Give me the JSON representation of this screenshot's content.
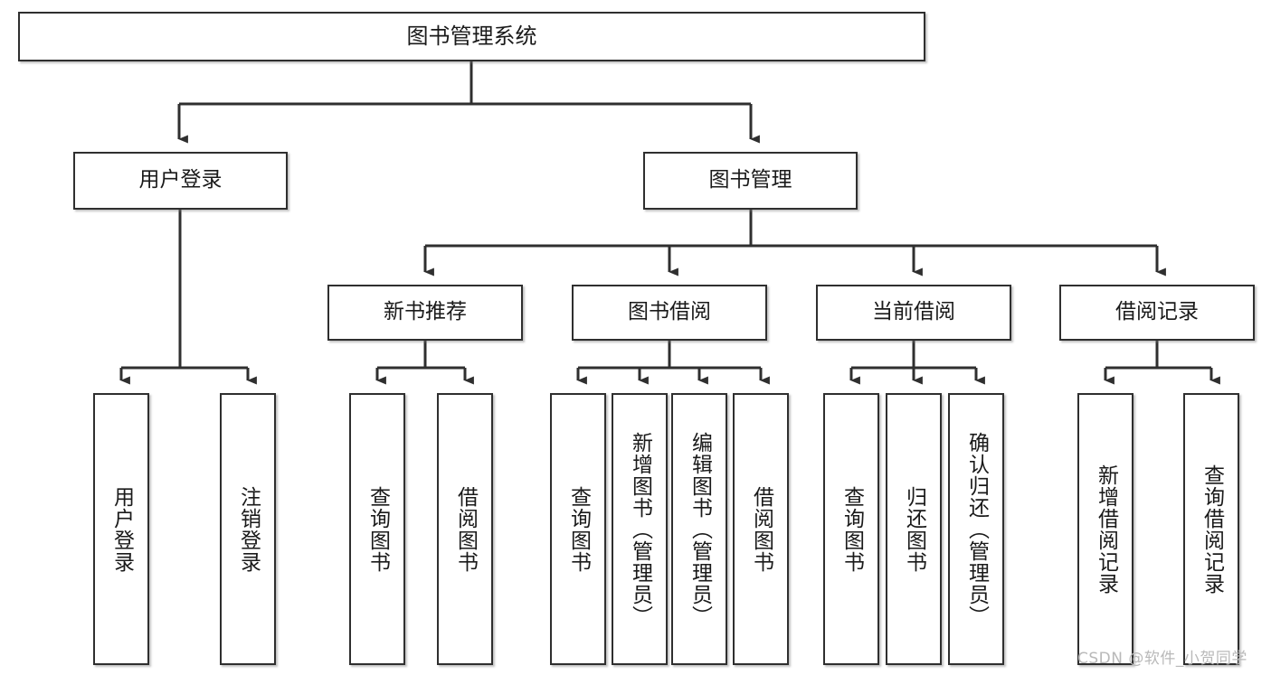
{
  "diagram": {
    "title": "图书管理系统",
    "watermark": "CSDN @软件_小贺同学",
    "colors": {
      "border": "#2f2f2f",
      "background": "#ffffff",
      "text": "#1a1a1a",
      "connector": "#2f2f2f",
      "watermark": "#b9b9b9"
    },
    "root": {
      "label": "图书管理系统"
    },
    "level2": [
      {
        "label": "用户登录"
      },
      {
        "label": "图书管理"
      }
    ],
    "level3": [
      {
        "label": "新书推荐"
      },
      {
        "label": "图书借阅"
      },
      {
        "label": "当前借阅"
      },
      {
        "label": "借阅记录"
      }
    ],
    "leaves": [
      {
        "label": "用户登录"
      },
      {
        "label": "注销登录"
      },
      {
        "label": "查询图书"
      },
      {
        "label": "借阅图书"
      },
      {
        "label": "查询图书"
      },
      {
        "label": "新增图书（管理员）"
      },
      {
        "label": "编辑图书（管理员）"
      },
      {
        "label": "借阅图书"
      },
      {
        "label": "查询图书"
      },
      {
        "label": "归还图书"
      },
      {
        "label": "确认归还（管理员）"
      },
      {
        "label": "新增借阅记录"
      },
      {
        "label": "查询借阅记录"
      }
    ]
  }
}
